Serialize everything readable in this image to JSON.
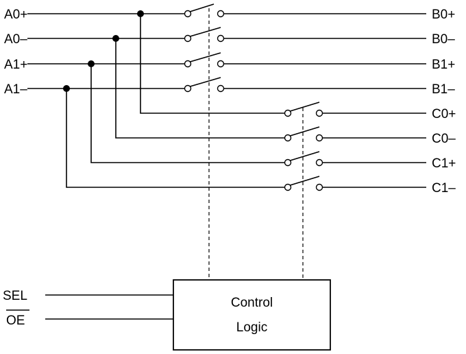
{
  "left_ports": [
    "A0+",
    "A0–",
    "A1+",
    "A1–"
  ],
  "right_ports_b": [
    "B0+",
    "B0–",
    "B1+",
    "B1–"
  ],
  "right_ports_c": [
    "C0+",
    "C0–",
    "C1+",
    "C1–"
  ],
  "control": {
    "line1": "Control",
    "line2": "Logic"
  },
  "inputs": {
    "sel": "SEL",
    "oe": "OE"
  }
}
